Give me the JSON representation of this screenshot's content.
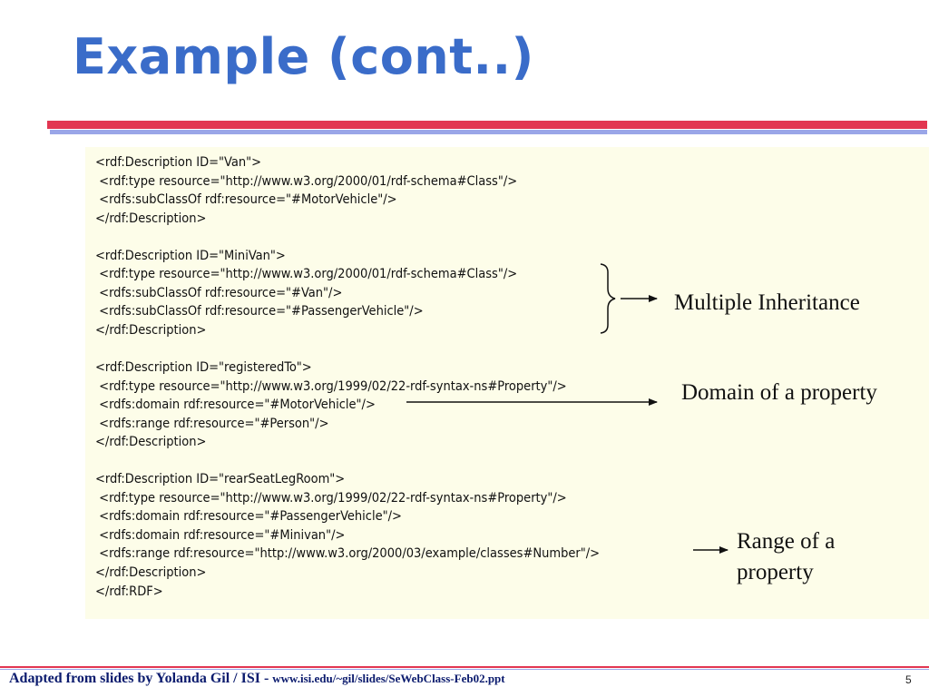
{
  "slide": {
    "title": "Example (cont..)",
    "code_lines": [
      "<rdf:Description ID=\"Van\">",
      " <rdf:type resource=\"http://www.w3.org/2000/01/rdf-schema#Class\"/>",
      " <rdfs:subClassOf rdf:resource=\"#MotorVehicle\"/>",
      "</rdf:Description>",
      "",
      "<rdf:Description ID=\"MiniVan\">",
      " <rdf:type resource=\"http://www.w3.org/2000/01/rdf-schema#Class\"/>",
      " <rdfs:subClassOf rdf:resource=\"#Van\"/>",
      " <rdfs:subClassOf rdf:resource=\"#PassengerVehicle\"/>",
      "</rdf:Description>",
      "",
      "<rdf:Description ID=\"registeredTo\">",
      " <rdf:type resource=\"http://www.w3.org/1999/02/22-rdf-syntax-ns#Property\"/>",
      " <rdfs:domain rdf:resource=\"#MotorVehicle\"/>",
      " <rdfs:range rdf:resource=\"#Person\"/>",
      "</rdf:Description>",
      "",
      "<rdf:Description ID=\"rearSeatLegRoom\">",
      " <rdf:type resource=\"http://www.w3.org/1999/02/22-rdf-syntax-ns#Property\"/>",
      " <rdfs:domain rdf:resource=\"#PassengerVehicle\"/>",
      " <rdfs:domain rdf:resource=\"#Minivan\"/>",
      " <rdfs:range rdf:resource=\"http://www.w3.org/2000/03/example/classes#Number\"/>",
      "</rdf:Description>",
      "</rdf:RDF>"
    ],
    "annotations": {
      "multiple_inheritance": "Multiple Inheritance",
      "domain": "Domain of a property",
      "range": "Range of a\nproperty"
    },
    "footer": {
      "text": "Adapted from slides by Yolanda Gil / ISI - ",
      "url": "www.isi.edu/~gil/slides/SeWebClass-Feb02.ppt"
    },
    "page_number": "5",
    "colors": {
      "title": "#3a6cc9",
      "rule_red": "#e23651",
      "rule_blue": "#9aa6e8",
      "panel_bg": "#fdfde9",
      "footer_text": "#0b1b6e"
    }
  }
}
